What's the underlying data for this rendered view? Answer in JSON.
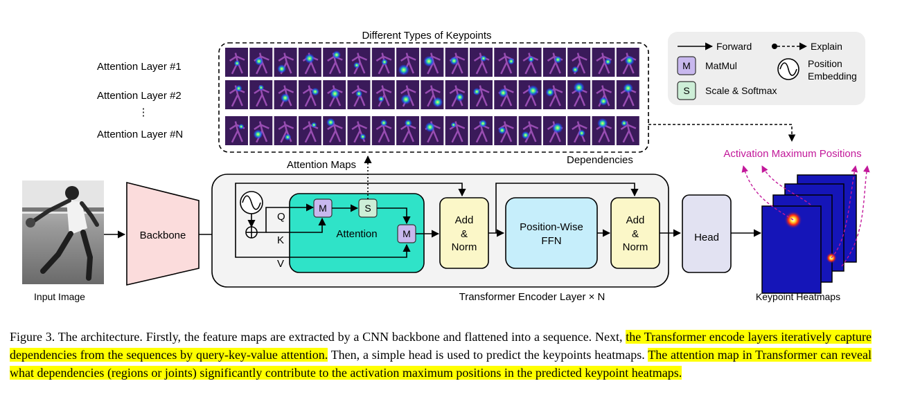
{
  "figure": {
    "keypoint_types_title": "Different Types of Keypoints",
    "attention_layers": [
      "Attention Layer #1",
      "Attention Layer #2",
      "Attention Layer #N"
    ],
    "attention_maps_label": "Attention Maps",
    "dependencies_label": "Dependencies",
    "legend": {
      "forward": "Forward",
      "explain": "Explain",
      "matmul_symbol": "M",
      "matmul": "MatMul",
      "position_embedding_line1": "Position",
      "position_embedding_line2": "Embedding",
      "softmax_symbol": "S",
      "scale_softmax": "Scale & Softmax"
    },
    "activation_label": "Activation Maximum Positions",
    "input_image_label": "Input Image",
    "backbone_label": "Backbone",
    "q_label": "Q",
    "k_label": "K",
    "v_label": "V",
    "attention_label": "Attention",
    "m_symbol": "M",
    "s_symbol": "S",
    "add_norm_line1": "Add",
    "add_norm_line2": "&",
    "add_norm_line3": "Norm",
    "ffn_line1": "Position-Wise",
    "ffn_line2": "FFN",
    "head_label": "Head",
    "encoder_label": "Transformer Encoder Layer × N",
    "keypoint_heatmaps_label": "Keypoint Heatmaps",
    "colors": {
      "backbone": "#fbdcdc",
      "attention": "#2fe3c8",
      "add_norm": "#fbf7c8",
      "ffn": "#c6eefb",
      "head": "#e2e2f2",
      "matmul": "#c8b8ee",
      "softmax": "#cdeed7",
      "encoder": "#f3f3f3",
      "heatmap": "#1515b8",
      "activation": "#c2189a",
      "highlight": "#ffff00"
    }
  },
  "caption": {
    "part1": "Figure 3. The architecture. Firstly, the feature maps are extracted by a CNN backbone and flattened into a sequence. Next, ",
    "highlight1": "the Transformer encode layers iteratively capture dependencies from the sequences by query-key-value attention.",
    "part2": " Then, a simple head is used to predict the keypoints heatmaps. ",
    "highlight2": "The attention map in Transformer can reveal what dependencies (regions or joints) significantly contribute to the activation maximum positions in the predicted keypoint heatmaps."
  }
}
